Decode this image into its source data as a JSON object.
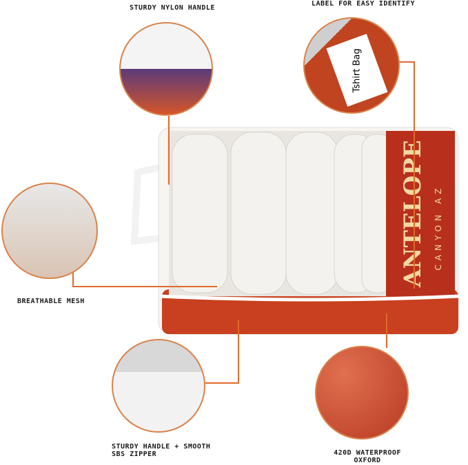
{
  "callouts": {
    "handle": "STURDY NYLON HANDLE",
    "label": "LABEL FOR EASY IDENTIFY",
    "mesh": "BREATHABLE MESH",
    "zipper_line1": "STURDY HANDLE + SMOOTH",
    "zipper_line2": "SBS ZIPPER",
    "oxford_line1": "420D WATERPROOF",
    "oxford_line2": "OXFORD"
  },
  "tag_text": "Tshirt Bag",
  "print_text": {
    "big": "ANTELOPE",
    "small": "CANYON AZ"
  },
  "colors": {
    "accent": "#e06a2a",
    "print": "#b8301c",
    "mesh": "#e6e3de"
  }
}
